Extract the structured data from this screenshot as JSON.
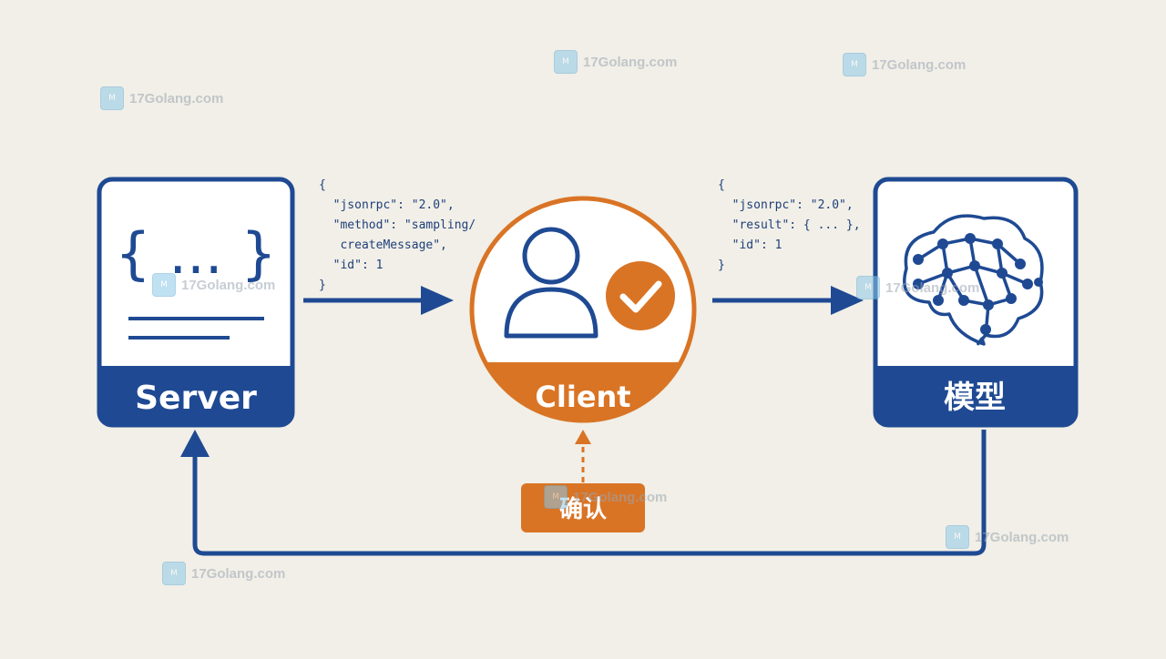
{
  "colors": {
    "background": "#f1efe7",
    "blue": "#1f4a93",
    "orange": "#d97425",
    "white": "#ffffff"
  },
  "nodes": {
    "server": {
      "label": "Server",
      "icon": "code-braces-icon"
    },
    "client": {
      "label": "Client",
      "icon": "user-check-icon"
    },
    "model": {
      "label": "模型",
      "icon": "brain-network-icon"
    },
    "confirm": {
      "label": "确认"
    }
  },
  "request_json": [
    "{",
    "  \"jsonrpc\": \"2.0\",",
    "  \"method\": \"sampling/",
    "   createMessage\",",
    "  \"id\": 1",
    "}"
  ],
  "response_json": [
    "{",
    "  \"jsonrpc\": \"2.0\",",
    "  \"result\": { ... },",
    "  \"id\": 1",
    "}"
  ],
  "server_icon_text": "{ ... }",
  "watermark": "17Golang.com"
}
